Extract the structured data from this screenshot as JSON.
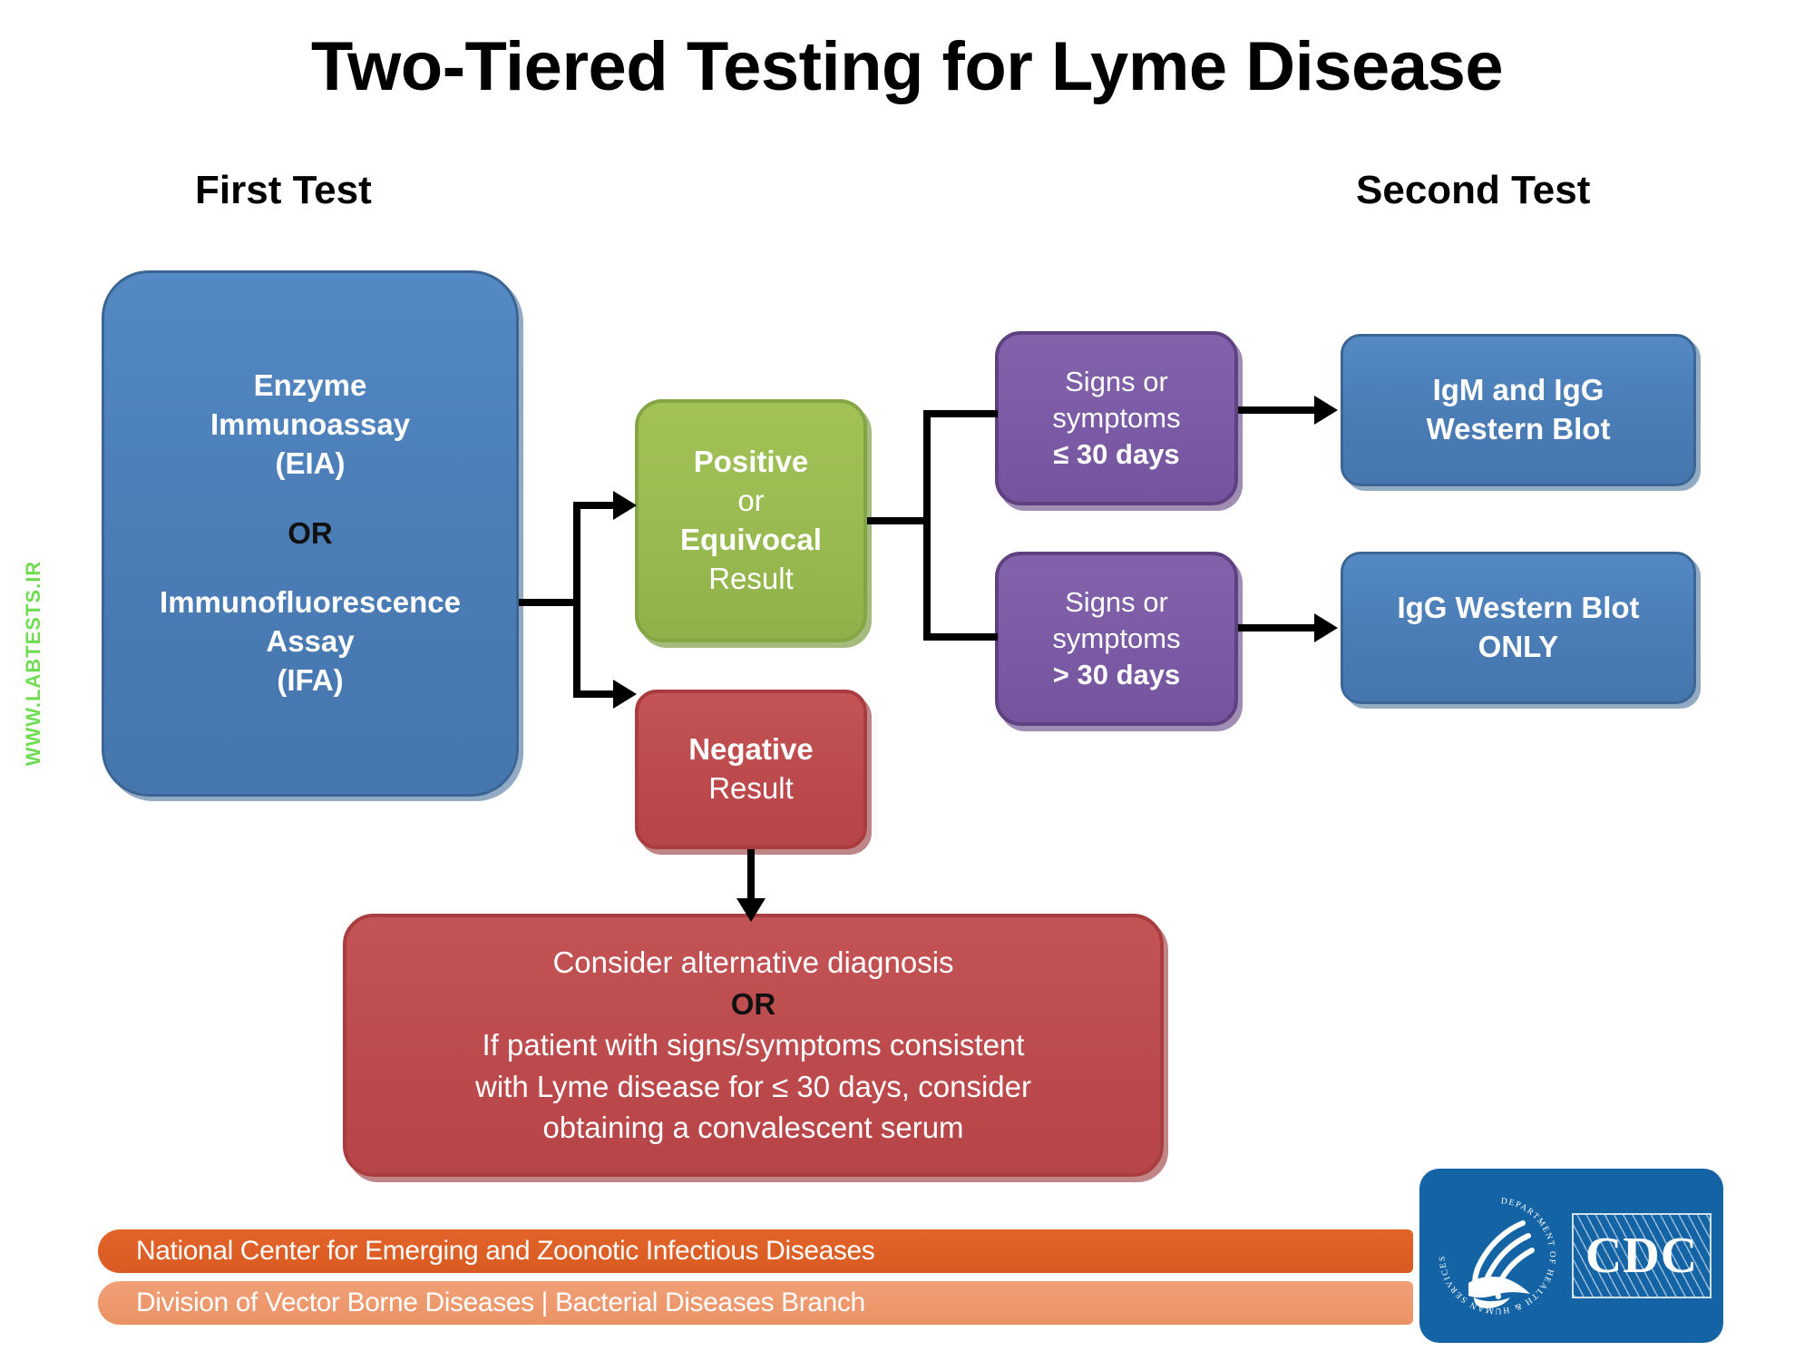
{
  "page": {
    "title": "Two-Tiered Testing for Lyme Disease",
    "watermark": "WWW.LABTESTS.IR"
  },
  "columns": {
    "first_test_label": "First Test",
    "second_test_label": "Second Test"
  },
  "nodes": {
    "first_test": {
      "line1": "Enzyme",
      "line2": "Immunoassay",
      "line3": "(EIA)",
      "line4": "OR",
      "line5": "Immunofluorescence",
      "line6": "Assay",
      "line7": "(IFA)",
      "color": "#4a7cb5"
    },
    "positive": {
      "line1": "Positive",
      "line2": "or",
      "line3": "Equivocal",
      "line4": "Result",
      "color": "#97b94f"
    },
    "negative": {
      "line1": "Negative",
      "line2": "Result",
      "color": "#bc4a4c"
    },
    "signs_le_30": {
      "line1": "Signs or",
      "line2": "symptoms",
      "line3": "≤ 30 days",
      "color": "#7a5aa4"
    },
    "signs_gt_30": {
      "line1": "Signs or",
      "line2": "symptoms",
      "line3": "> 30 days",
      "color": "#7a5aa4"
    },
    "igm_and_igg": {
      "line1": "IgM  and IgG",
      "line2": "Western Blot",
      "color": "#4a7cb5"
    },
    "igg_only": {
      "line1": "IgG Western Blot",
      "line2": "ONLY",
      "color": "#4a7cb5"
    },
    "alternative_diagnosis": {
      "line1": "Consider alternative diagnosis",
      "line2": "OR",
      "line3": "If patient with signs/symptoms consistent",
      "line4": "with Lyme disease for ≤ 30 days, consider",
      "line5": "obtaining a convalescent serum",
      "color": "#bc4a4c"
    }
  },
  "footer": {
    "banner_top": "National Center for Emerging and Zoonotic Infectious Diseases",
    "banner_bottom": "Division of Vector Borne Diseases | Bacterial Diseases Branch",
    "banner_top_color": "#d95b22",
    "banner_bottom_color": "#eb9265",
    "logo": {
      "wordmark": "CDC",
      "seal_text": "DEPARTMENT OF HEALTH & HUMAN SERVICES USA",
      "background": "#1464a5"
    }
  }
}
